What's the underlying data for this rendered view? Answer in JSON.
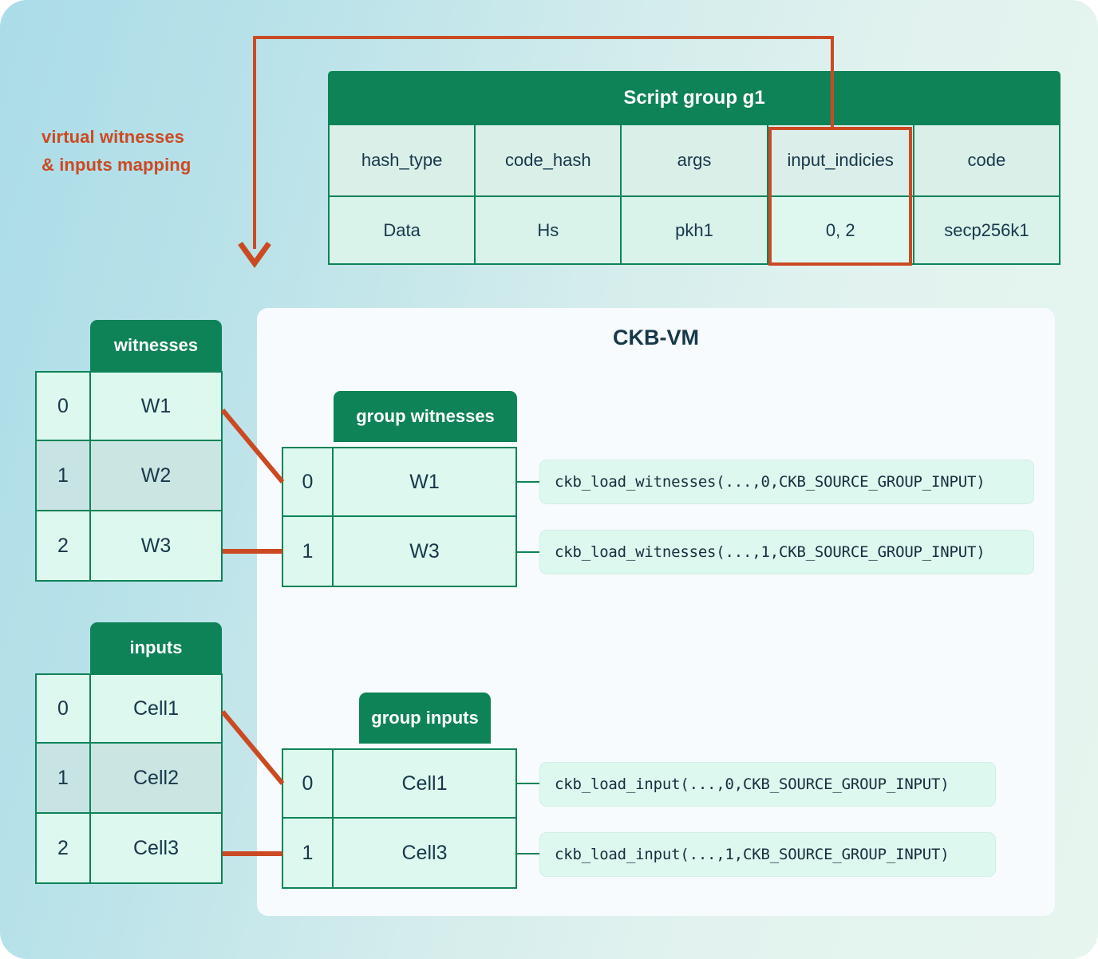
{
  "caption": {
    "line1": "virtual witnesses",
    "line2": "& inputs mapping"
  },
  "script_group": {
    "title": "Script group g1",
    "columns": [
      "hash_type",
      "code_hash",
      "args",
      "input_indicies",
      "code"
    ],
    "values": [
      "Data",
      "Hs",
      "pkh1",
      "0, 2",
      "secp256k1"
    ],
    "highlighted_column": "input_indicies"
  },
  "vm": {
    "title": "CKB-VM"
  },
  "witnesses": {
    "caption": "witnesses",
    "rows": [
      {
        "index": "0",
        "value": "W1",
        "dim": false
      },
      {
        "index": "1",
        "value": "W2",
        "dim": true
      },
      {
        "index": "2",
        "value": "W3",
        "dim": false
      }
    ]
  },
  "group_witnesses": {
    "caption": "group witnesses",
    "rows": [
      {
        "index": "0",
        "value": "W1"
      },
      {
        "index": "1",
        "value": "W3"
      }
    ]
  },
  "inputs": {
    "caption": "inputs",
    "rows": [
      {
        "index": "0",
        "value": "Cell1",
        "dim": false
      },
      {
        "index": "1",
        "value": "Cell2",
        "dim": true
      },
      {
        "index": "2",
        "value": "Cell3",
        "dim": false
      }
    ]
  },
  "group_inputs": {
    "caption": "group inputs",
    "rows": [
      {
        "index": "0",
        "value": "Cell1"
      },
      {
        "index": "1",
        "value": "Cell3"
      }
    ]
  },
  "code_chips": {
    "witness_0": "ckb_load_witnesses(...,0,CKB_SOURCE_GROUP_INPUT)",
    "witness_1": "ckb_load_witnesses(...,1,CKB_SOURCE_GROUP_INPUT)",
    "input_0": "ckb_load_input(...,0,CKB_SOURCE_GROUP_INPUT)",
    "input_1": "ckb_load_input(...,1,CKB_SOURCE_GROUP_INPUT)"
  },
  "colors": {
    "green": "#0e8357",
    "accent_red": "#cb4a23",
    "text_dark": "#16384a",
    "cell_fill": "#ddf8ee",
    "panel": "#f7fbfd"
  }
}
